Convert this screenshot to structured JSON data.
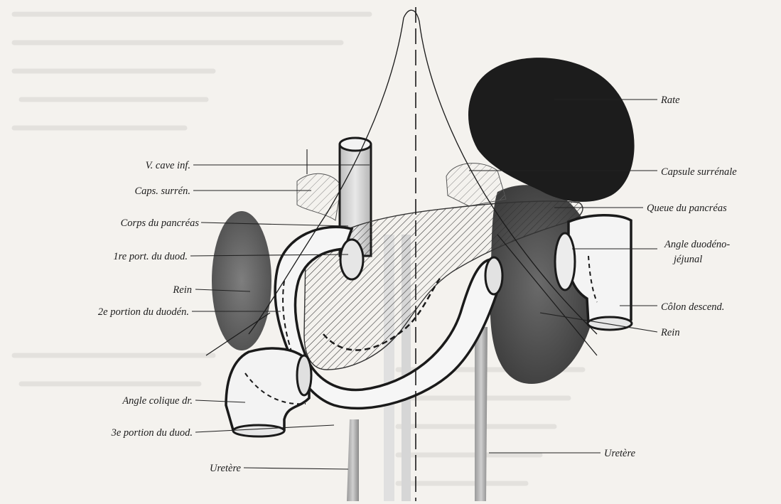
{
  "colors": {
    "paper": "#f4f2ee",
    "ink": "#1a1a1a",
    "spleen": "#1c1c1c",
    "kidney_left": "#4a4a4a",
    "kidney_right": "#9a9a9a",
    "hatch": "#333333",
    "vessel_shade": "#cfcfcf",
    "ureter": "#7a7a7a"
  },
  "labels": {
    "rate": "Rate",
    "capsule_surrenale": "Capsule surrénale",
    "queue_pancreas": "Queue du pancréas",
    "angle_duodeno_1": "Angle duodéno-",
    "angle_duodeno_2": "jéjunal",
    "colon_descend": "Côlon descend.",
    "rein_right": "Rein",
    "uretere_right": "Uretère",
    "v_cave_inf": "V. cave inf.",
    "caps_surren": "Caps. surrén.",
    "corps_pancreas": "Corps du pancréas",
    "port1_duod": "1re port. du duod.",
    "rein_left": "Rein",
    "portion2_duoden": "2e portion du duodén.",
    "angle_colique": "Angle colique dr.",
    "portion3_duod": "3e portion du duod.",
    "uretere_left": "Uretère"
  }
}
